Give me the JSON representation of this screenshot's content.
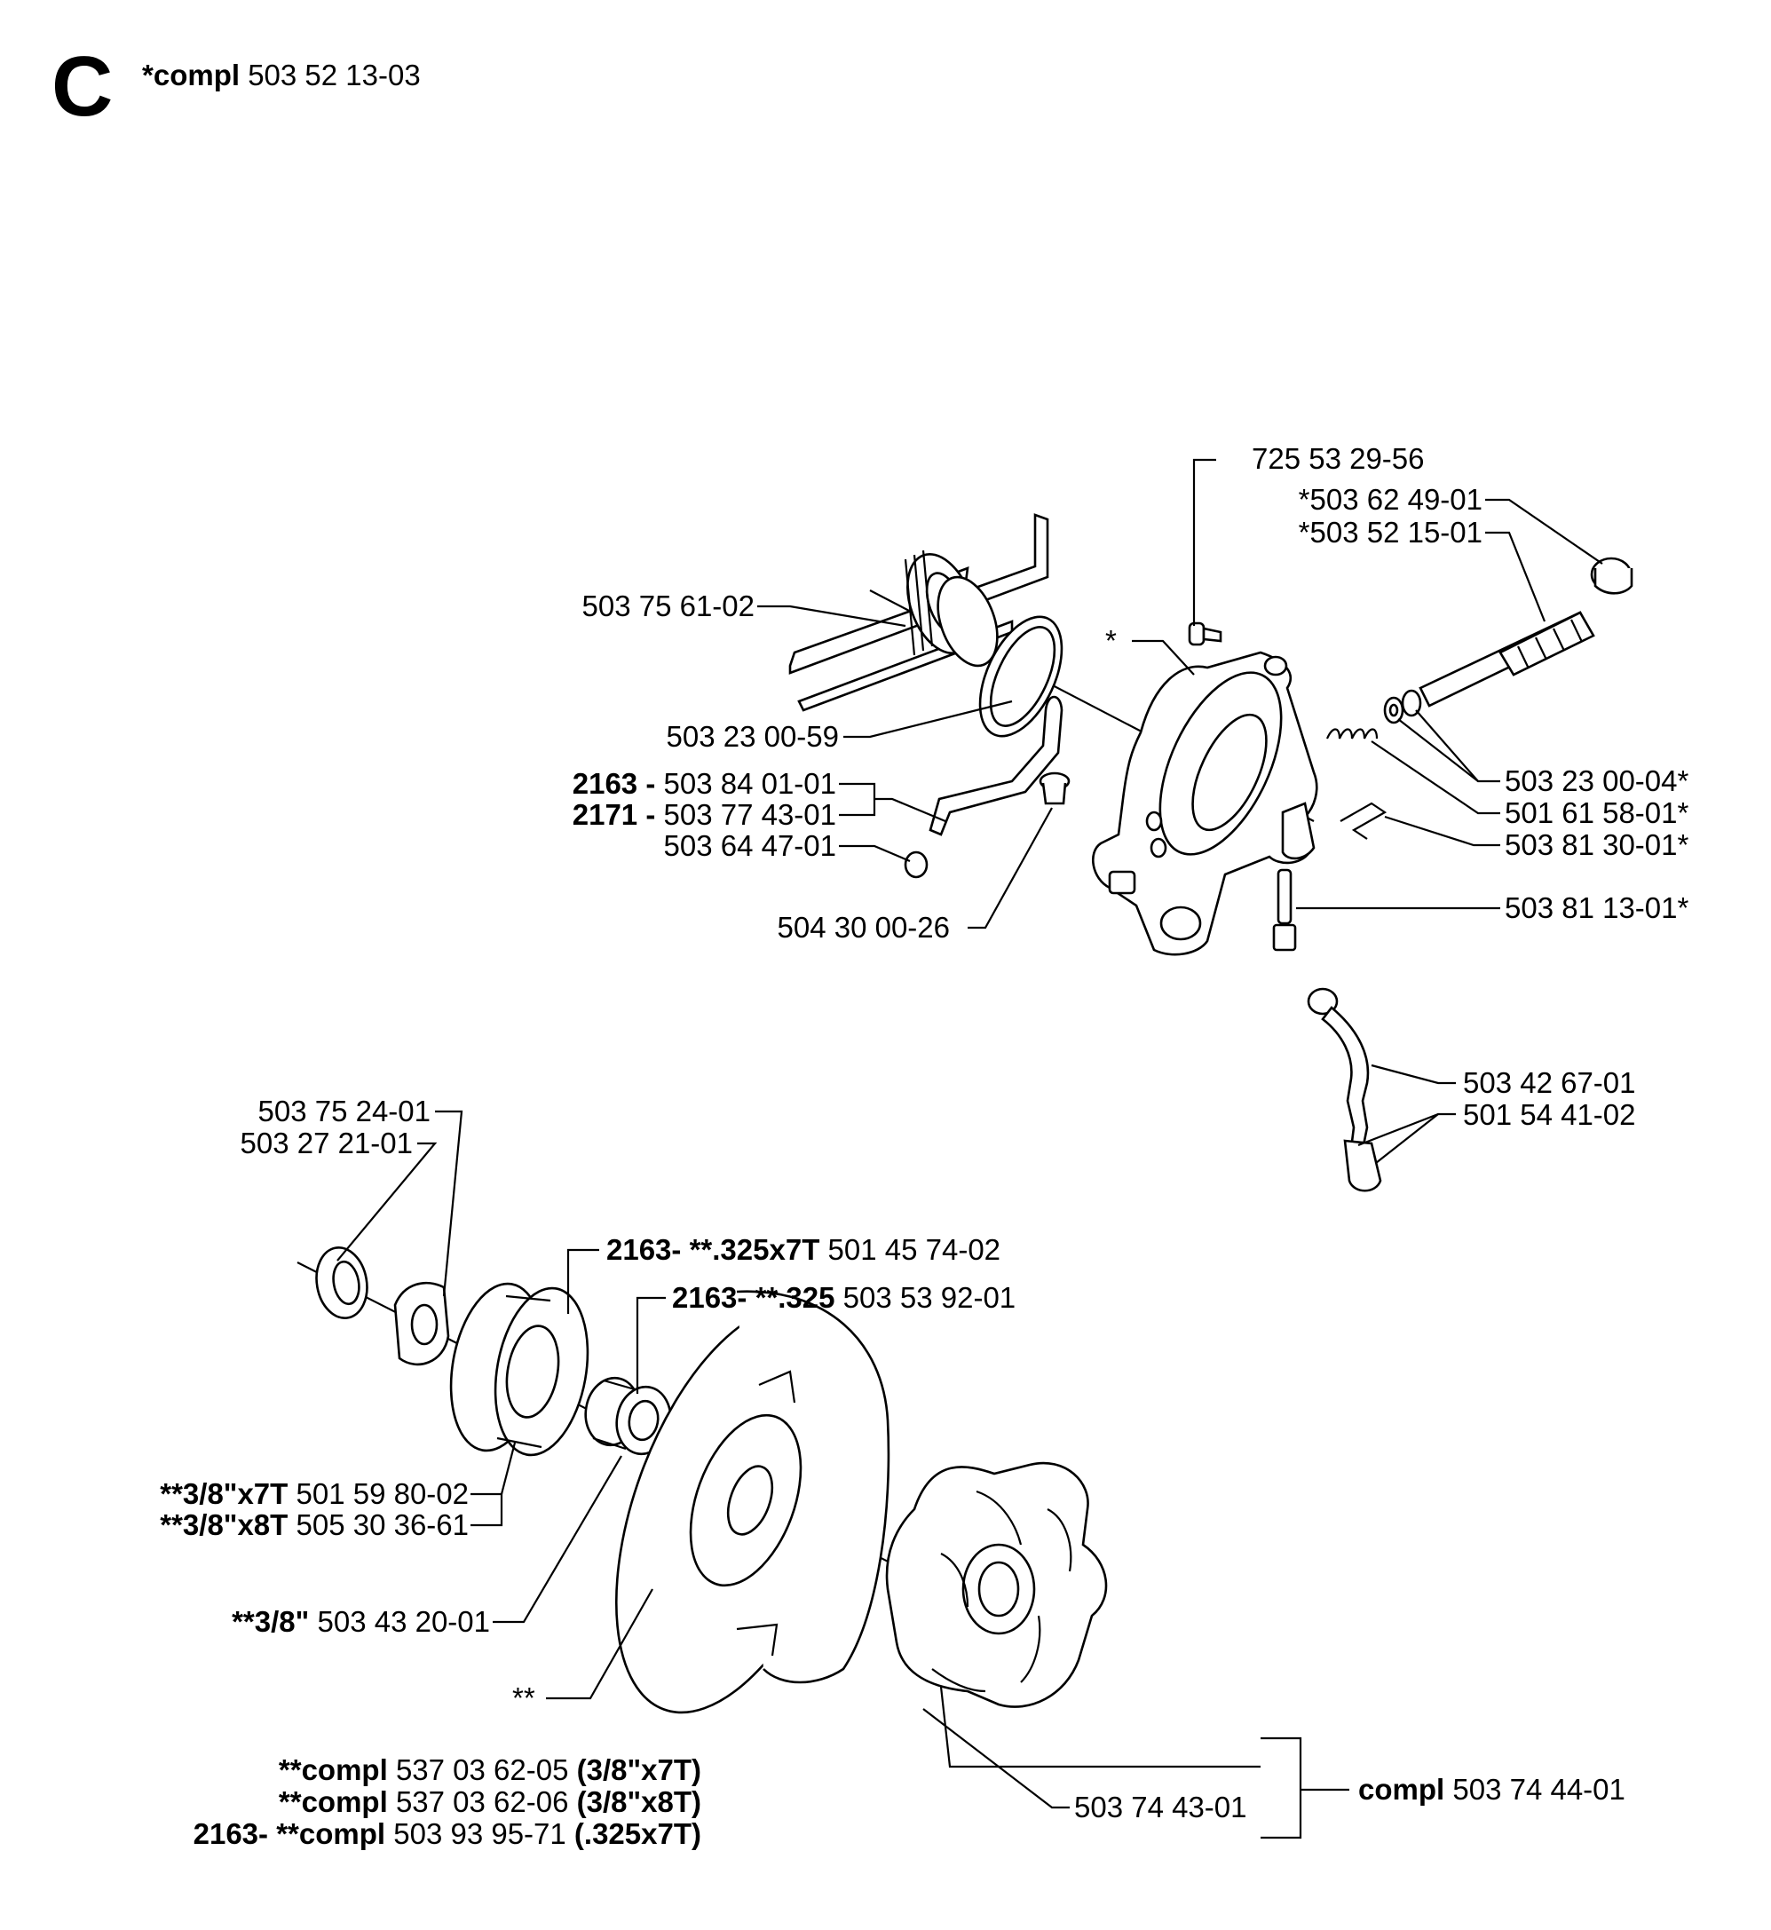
{
  "section": {
    "letter": "C",
    "compl_prefix": "*compl",
    "compl_number": "503 52 13-03"
  },
  "labels": {
    "p725_53_29_56": "725 53 29-56",
    "p503_62_49_01": "*503 62 49-01",
    "p503_52_15_01": "*503 52 15-01",
    "p503_75_61_02": "503 75 61-02",
    "star": "*",
    "p503_23_00_59": "503 23 00-59",
    "p503_84_01_01_prefix": "2163 -",
    "p503_84_01_01": "503 84 01-01",
    "p503_77_43_01_prefix": "2171 -",
    "p503_77_43_01": "503 77 43-01",
    "p503_64_47_01": "503 64 47-01",
    "p504_30_00_26": "504 30 00-26",
    "p503_23_00_04": "503 23 00-04*",
    "p501_61_58_01": "501 61 58-01*",
    "p503_81_30_01": "503 81 30-01*",
    "p503_81_13_01": "503 81 13-01*",
    "p503_42_67_01": "503 42 67-01",
    "p501_54_41_02": "501 54 41-02",
    "p503_75_24_01": "503 75 24-01",
    "p503_27_21_01": "503 27 21-01",
    "p501_45_74_02_prefix": "2163- **.325x7T",
    "p501_45_74_02": "501 45 74-02",
    "p503_53_92_01_prefix": "2163- **.325",
    "p503_53_92_01": "503 53 92-01",
    "p501_59_80_02_prefix": "**3/8\"x7T",
    "p501_59_80_02": "501 59 80-02",
    "p505_30_36_61_prefix": "**3/8\"x8T",
    "p505_30_36_61": "505 30 36-61",
    "p503_43_20_01_prefix": "**3/8\"",
    "p503_43_20_01": "503 43 20-01",
    "double_star": "**",
    "p503_74_43_01": "503 74 43-01",
    "compl_503_74_44_01_prefix": "compl",
    "compl_503_74_44_01": "503 74 44-01"
  },
  "footer": [
    {
      "lead": "",
      "prefix": "**compl",
      "number": "537 03 62-05",
      "variant": "(3/8\"x7T)"
    },
    {
      "lead": "",
      "prefix": "**compl",
      "number": "537 03 62-06",
      "variant": "(3/8\"x8T)"
    },
    {
      "lead": "2163-",
      "prefix": "**compl",
      "number": "503 93 95-71",
      "variant": "(.325x7T)"
    }
  ]
}
